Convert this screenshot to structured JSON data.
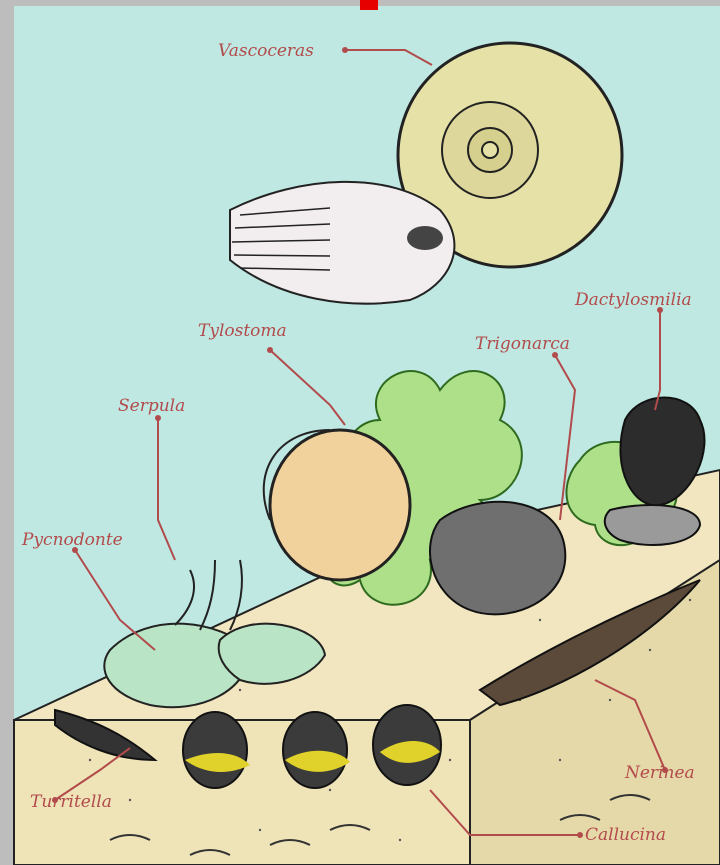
{
  "labels": {
    "vascoceras": "Vascoceras",
    "dactylosmilia": "Dactylosmilia",
    "tylostoma": "Tylostoma",
    "trigonarca": "Trigonarca",
    "serpula": "Serpula",
    "pycnodonte": "Pycnodonte",
    "nerinea": "Nerinea",
    "turritella": "Turritella",
    "callucina": "Callucina"
  },
  "colors": {
    "water": "#bfe8e2",
    "sediment": "#f1e6bf",
    "label": "#b24b4b",
    "frame": "#bdbdbd",
    "accent_marker": "#e60000"
  }
}
